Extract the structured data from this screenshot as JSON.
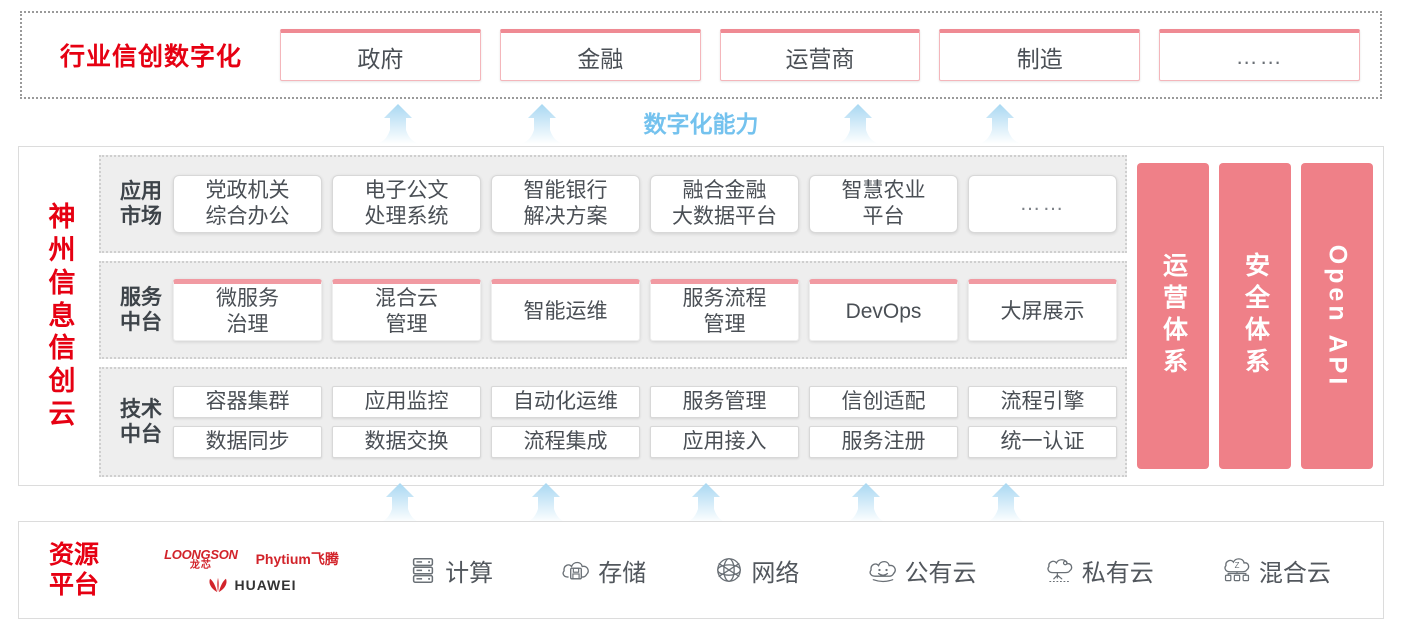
{
  "industry": {
    "title": "行业信创数字化",
    "cards": [
      "政府",
      "金融",
      "运营商",
      "制造",
      "……"
    ]
  },
  "capability": {
    "label": "数字化能力",
    "arrow_count_top": 4,
    "arrow_count_bottom": 5
  },
  "platform": {
    "title_chars": [
      "神",
      "州",
      "信",
      "息",
      "信",
      "创",
      "云"
    ],
    "layers": [
      {
        "label": "应用\n市场",
        "label_lines": [
          "应用",
          "市场"
        ],
        "style": "plain",
        "cards": [
          "党政机关\n综合办公",
          "电子公文\n处理系统",
          "智能银行\n解决方案",
          "融合金融\n大数据平台",
          "智慧农业\n平台",
          "……"
        ]
      },
      {
        "label_lines": [
          "服务",
          "中台"
        ],
        "style": "pinktop",
        "cards": [
          "微服务\n治理",
          "混合云\n管理",
          "智能运维",
          "服务流程\n管理",
          "DevOps",
          "大屏展示"
        ]
      },
      {
        "label_lines": [
          "技术",
          "中台"
        ],
        "style": "grid",
        "rows": [
          [
            "容器集群",
            "应用监控",
            "自动化运维",
            "服务管理",
            "信创适配",
            "流程引擎"
          ],
          [
            "数据同步",
            "数据交换",
            "流程集成",
            "应用接入",
            "服务注册",
            "统一认证"
          ]
        ]
      }
    ],
    "pillars": [
      {
        "text": "运营体系",
        "script": "cjk"
      },
      {
        "text": "安全体系",
        "script": "cjk"
      },
      {
        "text": "Open API",
        "script": "latin"
      }
    ]
  },
  "resource": {
    "title_lines": [
      "资源",
      "平台"
    ],
    "logos": [
      {
        "name": "loongson-logo",
        "en": "LOONGSON",
        "cn": "龙芯"
      },
      {
        "name": "phytium-logo",
        "text": "Phytium飞腾"
      },
      {
        "name": "huawei-logo",
        "text": "HUAWEI"
      }
    ],
    "items": [
      {
        "icon": "server-icon",
        "label": "计算"
      },
      {
        "icon": "cloud-storage-icon",
        "label": "存储"
      },
      {
        "icon": "network-icon",
        "label": "网络"
      },
      {
        "icon": "public-cloud-icon",
        "label": "公有云"
      },
      {
        "icon": "private-cloud-icon",
        "label": "私有云"
      },
      {
        "icon": "hybrid-cloud-icon",
        "label": "混合云"
      }
    ]
  },
  "colors": {
    "brand_red": "#e60012",
    "pink": "#ef8088",
    "pink_border": "#ef8a93",
    "arrow_blue": "#bfe2f7",
    "capability_blue": "#74c2ee",
    "layer_bg": "#eeeeee"
  }
}
